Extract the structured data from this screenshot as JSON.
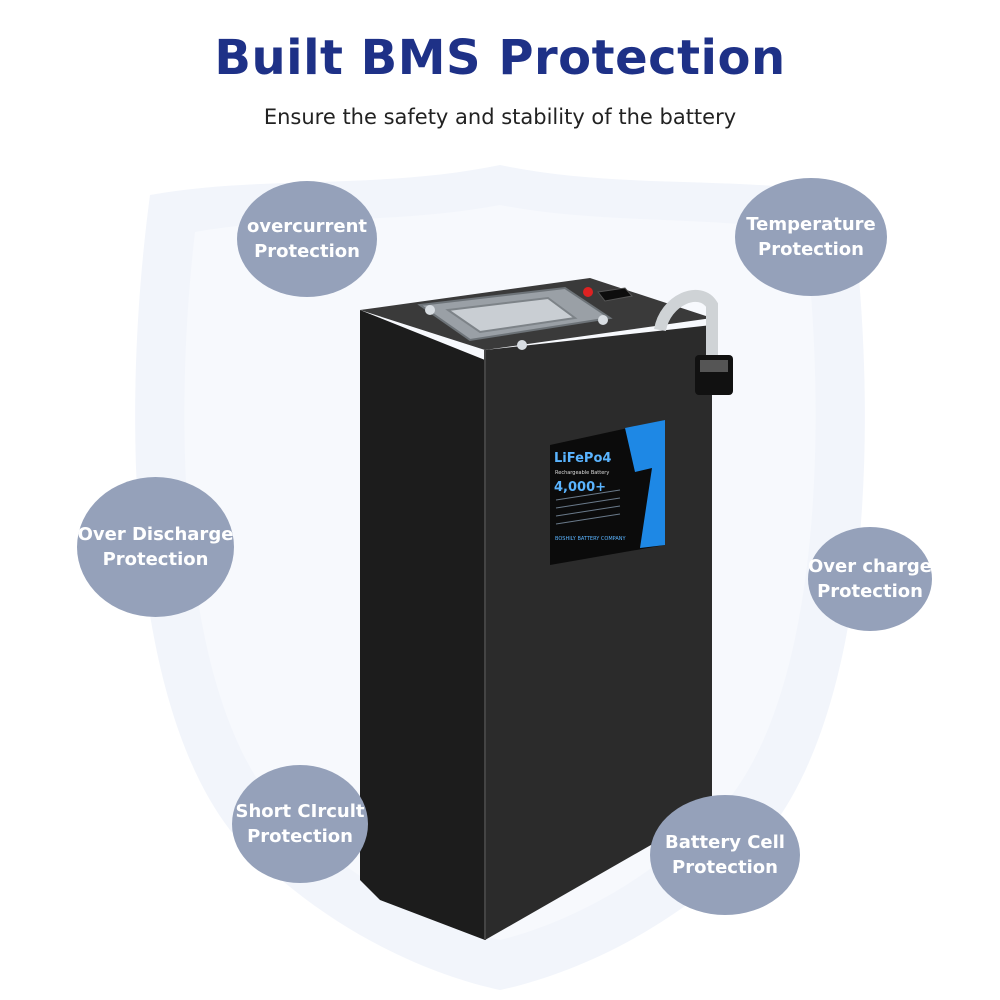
{
  "header": {
    "title": "Built BMS Protection",
    "subtitle": "Ensure the safety and stability of the battery"
  },
  "protections": [
    {
      "line1": "overcurrent",
      "line2": "Protection"
    },
    {
      "line1": "Temperature",
      "line2": "Protection"
    },
    {
      "line1": "Over Discharge",
      "line2": "Protection"
    },
    {
      "line1": "Over charge",
      "line2": "Protection"
    },
    {
      "line1": "Short CIrcult",
      "line2": "Protection"
    },
    {
      "line1": "Battery Cell",
      "line2": "Protection"
    }
  ],
  "battery_label": {
    "chemistry": "LiFePo4",
    "tagline": "Rechargeable Battery",
    "cycles": "4,000+",
    "company": "BOSHILY BATTERY COMPANY"
  },
  "colors": {
    "title": "#1e3187",
    "bubble": "#95a1ba",
    "accent": "#1e88e5"
  }
}
